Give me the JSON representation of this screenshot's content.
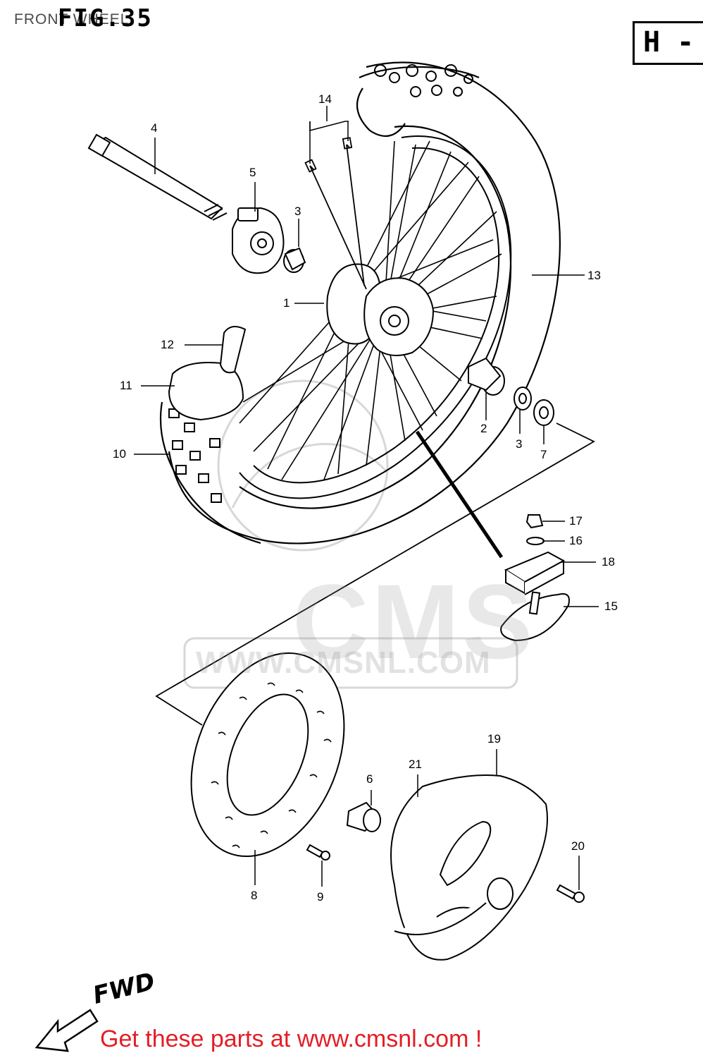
{
  "header": {
    "caption": "FRONT WHEEL",
    "fig_title": "FIG.35",
    "section_letter": "H -"
  },
  "callouts": [
    {
      "number": "1",
      "name": "callout-1"
    },
    {
      "number": "2",
      "name": "callout-2"
    },
    {
      "number": "3",
      "name": "callout-3-upper"
    },
    {
      "number": "3",
      "name": "callout-3-lower"
    },
    {
      "number": "4",
      "name": "callout-4"
    },
    {
      "number": "5",
      "name": "callout-5"
    },
    {
      "number": "6",
      "name": "callout-6"
    },
    {
      "number": "7",
      "name": "callout-7"
    },
    {
      "number": "8",
      "name": "callout-8"
    },
    {
      "number": "9",
      "name": "callout-9"
    },
    {
      "number": "10",
      "name": "callout-10"
    },
    {
      "number": "11",
      "name": "callout-11"
    },
    {
      "number": "12",
      "name": "callout-12"
    },
    {
      "number": "13",
      "name": "callout-13"
    },
    {
      "number": "14",
      "name": "callout-14"
    },
    {
      "number": "15",
      "name": "callout-15"
    },
    {
      "number": "16",
      "name": "callout-16"
    },
    {
      "number": "17",
      "name": "callout-17"
    },
    {
      "number": "18",
      "name": "callout-18"
    },
    {
      "number": "19",
      "name": "callout-19"
    },
    {
      "number": "20",
      "name": "callout-20"
    },
    {
      "number": "21",
      "name": "callout-21"
    }
  ],
  "watermark": {
    "logo": "CMS",
    "url": "WWW.CMSNL.COM"
  },
  "direction": {
    "label": "FWD"
  },
  "footer": {
    "link_text": "Get these parts at www.cmsnl.com !"
  },
  "colors": {
    "line": "#000000",
    "link": "#e41e26",
    "watermark": "#969696"
  }
}
